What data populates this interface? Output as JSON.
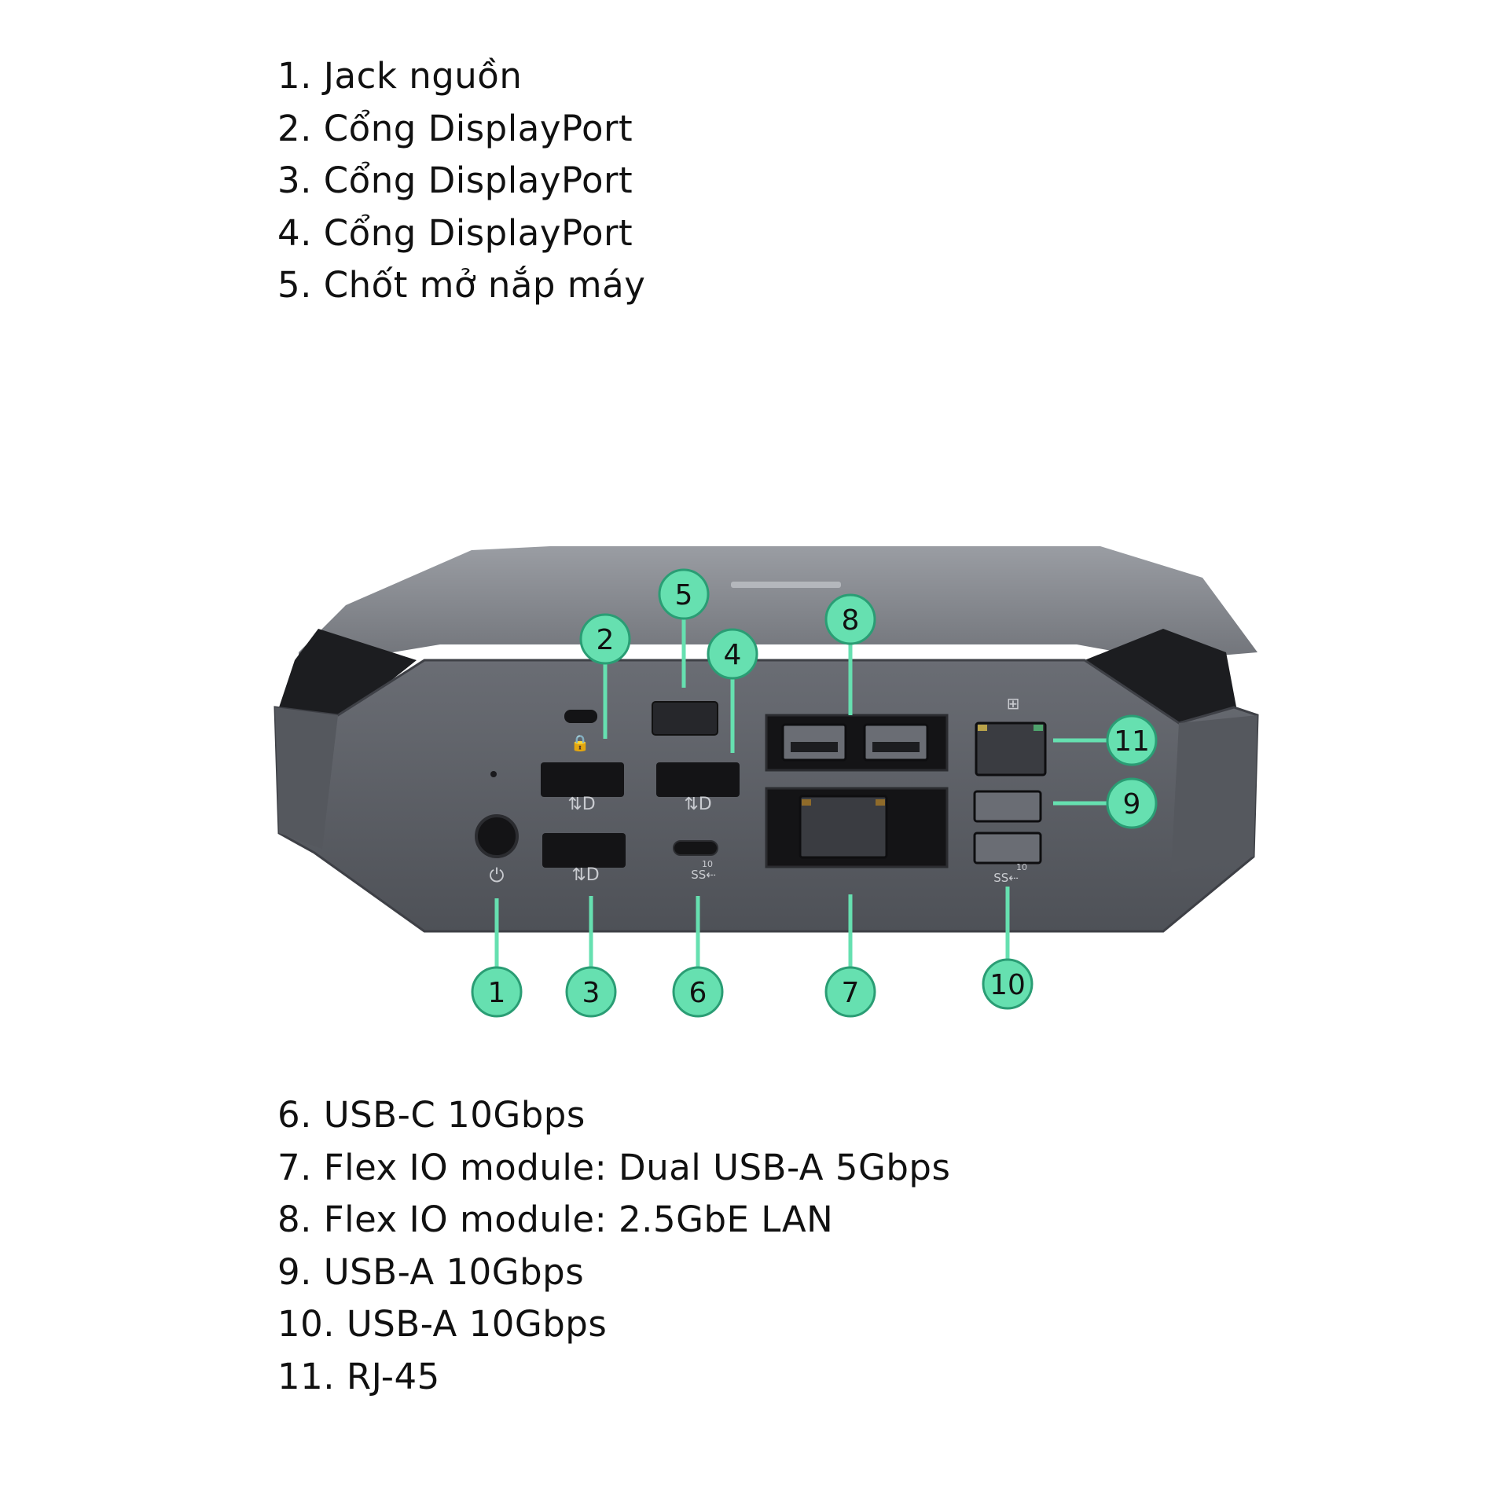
{
  "legend_top": [
    "1. Jack nguồn",
    "2. Cổng DisplayPort",
    "3. Cổng DisplayPort",
    "4. Cổng DisplayPort",
    "5. Chốt mở nắp máy"
  ],
  "legend_bottom": [
    "6. USB-C 10Gbps",
    "7. Flex IO module: Dual USB-A 5Gbps",
    "8. Flex IO module:  2.5GbE LAN",
    "9. USB-A 10Gbps",
    "10. USB-A 10Gbps",
    "11. RJ-45"
  ],
  "callouts": [
    "1",
    "2",
    "3",
    "4",
    "5",
    "6",
    "7",
    "8",
    "9",
    "10",
    "11"
  ],
  "port_marks": {
    "ss10": "10"
  },
  "colors": {
    "callout_fill": "#66e0b0",
    "callout_stroke": "#2a9d74",
    "device_body": "#5c5f66",
    "device_top": "#8b8e94",
    "port_dark": "#141416"
  }
}
